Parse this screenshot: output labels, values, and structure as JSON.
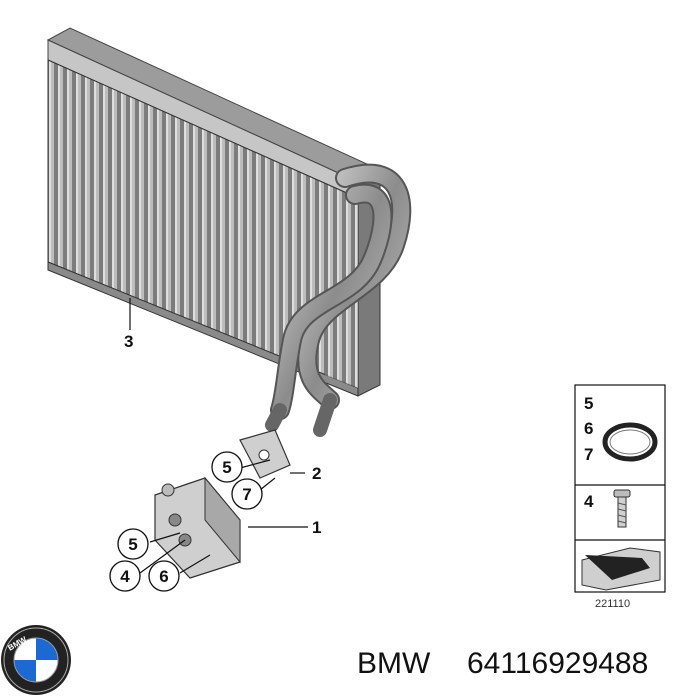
{
  "callouts": {
    "evaporator": "3",
    "bracket": "2",
    "expansion_valve": "1",
    "oring_upper": "5",
    "seal_upper": "7",
    "oring_lower": "5",
    "screw_lower": "4",
    "seal_lower": "6"
  },
  "legend": {
    "item_a": "5",
    "item_b": "6",
    "item_c": "7",
    "item_d": "4"
  },
  "drawing_number": "221110",
  "footer": {
    "brand": "BMW",
    "part_number": "64116929488",
    "logo_letters": "BMW"
  },
  "colors": {
    "metal_dark": "#6e6e6e",
    "metal_light": "#c9c9c9",
    "line": "#111111",
    "logo_blue": "#1c69d4"
  }
}
